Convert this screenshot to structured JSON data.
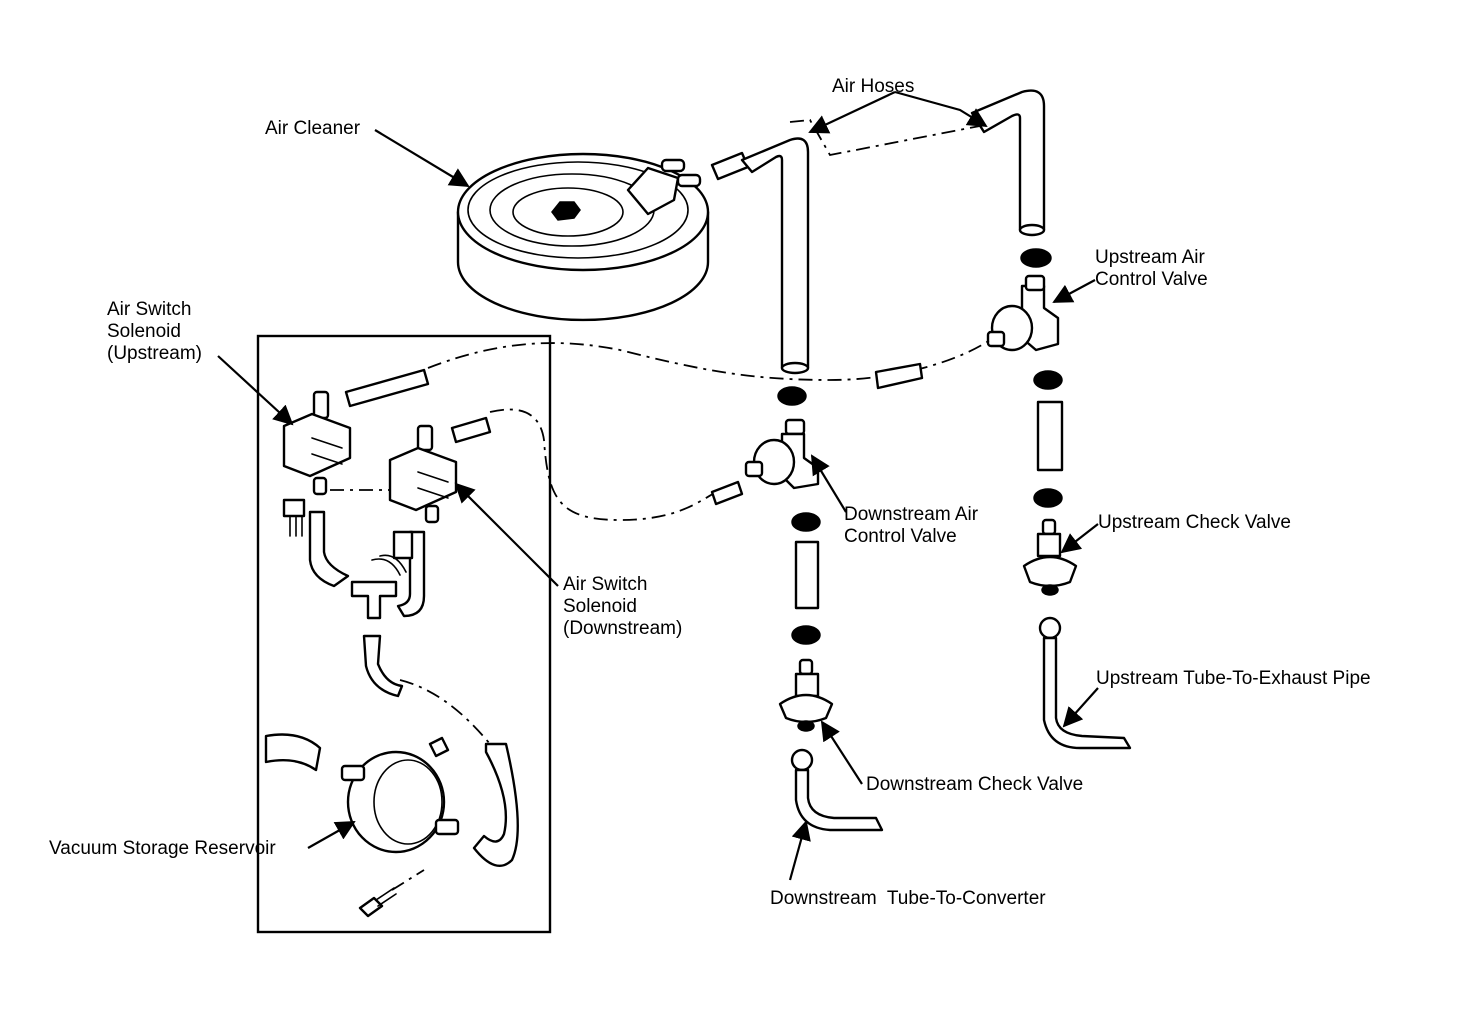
{
  "colors": {
    "ink": "#000000",
    "paper": "#ffffff"
  },
  "labels": {
    "air_hoses": "Air Hoses",
    "air_cleaner": "Air Cleaner",
    "upstream_air_control_valve": "Upstream Air\nControl Valve",
    "air_switch_solenoid_upstream": "Air Switch\nSolenoid\n(Upstream)",
    "downstream_air_control_valve": "Downstream Air\nControl Valve",
    "upstream_check_valve": "Upstream Check Valve",
    "air_switch_solenoid_downstream": "Air Switch\nSolenoid\n(Downstream)",
    "upstream_tube_to_exhaust_pipe": "Upstream Tube-To-Exhaust Pipe",
    "downstream_check_valve": "Downstream Check Valve",
    "vacuum_storage_reservoir": "Vacuum Storage Reservoir",
    "downstream_tube_to_converter": "Downstream  Tube-To-Converter"
  }
}
